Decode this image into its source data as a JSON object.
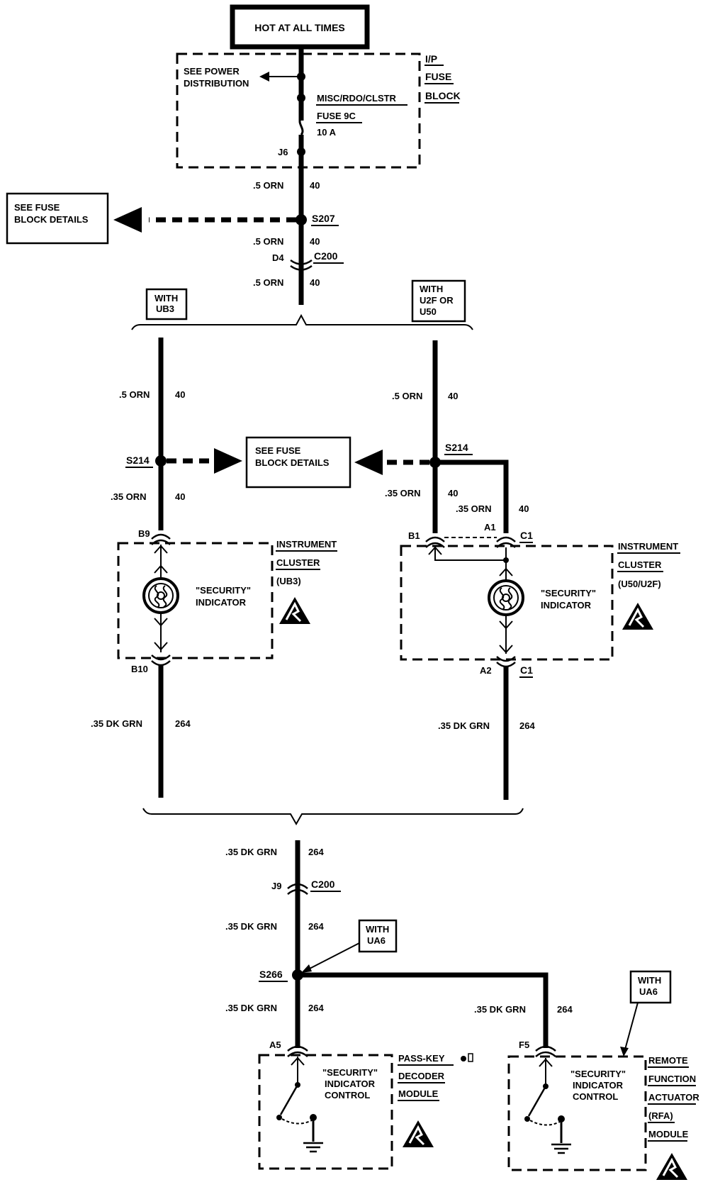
{
  "header": {
    "hot_at_all_times": "HOT AT ALL TIMES"
  },
  "fuse_block": {
    "title": [
      "I/P",
      "FUSE",
      "BLOCK"
    ],
    "see_power": [
      "SEE POWER",
      "DISTRIBUTION"
    ],
    "fuse_name": "MISC/RDO/CLSTR",
    "fuse_id": "FUSE 9C",
    "fuse_rating": "10 A",
    "terminal": "J6"
  },
  "see_fuse_block_details": [
    "SEE FUSE",
    "BLOCK DETAILS"
  ],
  "splices": {
    "s207": "S207",
    "s214": "S214",
    "s266": "S266"
  },
  "connectors": {
    "d4": "D4",
    "c200": "C200",
    "b9": "B9",
    "b10": "B10",
    "b1": "B1",
    "a1": "A1",
    "c1": "C1",
    "a2": "A2",
    "j9": "J9",
    "a5": "A5",
    "f5": "F5"
  },
  "wires": {
    "orn_05": ".5 ORN",
    "orn_035": ".35 ORN",
    "circuit_40": "40",
    "dkgrn_035": ".35 DK GRN",
    "circuit_264": "264"
  },
  "options": {
    "ub3": [
      "WITH",
      "UB3"
    ],
    "u2f_u50": [
      "WITH",
      "U2F OR",
      "U50"
    ],
    "ua6": [
      "WITH",
      "UA6"
    ]
  },
  "clusters": {
    "left": [
      "INSTRUMENT",
      "CLUSTER",
      "(UB3)"
    ],
    "right": [
      "INSTRUMENT",
      "CLUSTER",
      "(U50/U2F)"
    ],
    "indicator": [
      "\"SECURITY\"",
      "INDICATOR"
    ]
  },
  "modules": {
    "control": [
      "\"SECURITY\"",
      "INDICATOR",
      "CONTROL"
    ],
    "passkey": [
      "PASS-KEY",
      "DECODER",
      "MODULE"
    ],
    "rfa": [
      "REMOTE",
      "FUNCTION",
      "ACTUATOR",
      "(RFA)",
      "MODULE"
    ]
  }
}
